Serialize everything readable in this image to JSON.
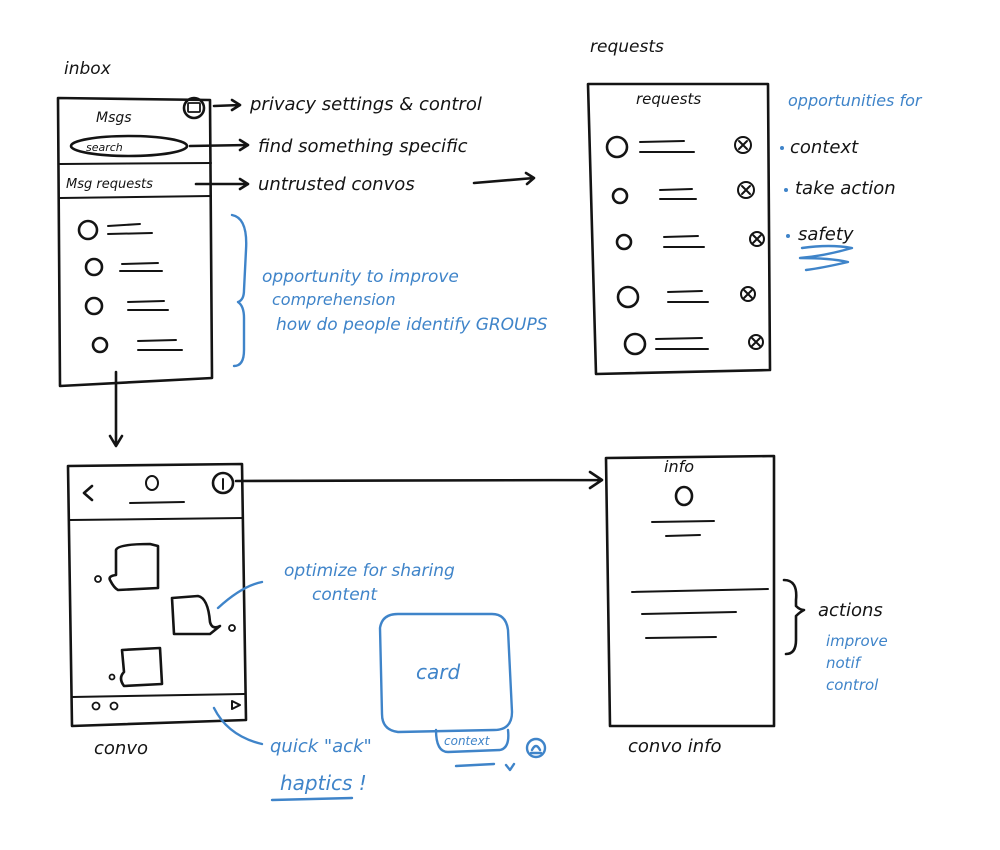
{
  "colors": {
    "ink": "#141414",
    "accent_blue": "#3f84c9",
    "background": "#ffffff"
  },
  "inbox": {
    "label": "inbox",
    "header": "Msgs",
    "settings_icon": "settings-icon",
    "search_placeholder": "search",
    "msg_requests": "Msg requests",
    "rows": 4
  },
  "annotations": {
    "privacy": "privacy settings & control",
    "find": "find something specific",
    "untrusted": "untrusted convos",
    "opportunity_comprehension": [
      "opportunity to improve",
      "comprehension",
      "how do people identify GROUPS"
    ]
  },
  "requests": {
    "label": "requests",
    "header": "requests",
    "rows": 5,
    "opportunities_title": "opportunities for",
    "opportunities": [
      "context",
      "take action",
      "safety"
    ]
  },
  "convo": {
    "label": "convo",
    "back_icon": "back-chevron-icon",
    "info_icon": "info-icon",
    "share_note": [
      "optimize for sharing",
      "content"
    ],
    "ack_note": "quick \"ack\"",
    "haptics_note": "haptics !",
    "card_label": "card",
    "context_label": "context"
  },
  "convo_info": {
    "label": "convo info",
    "header": "info",
    "actions": "actions",
    "actions_note": [
      "improve",
      "notif",
      "control"
    ]
  }
}
